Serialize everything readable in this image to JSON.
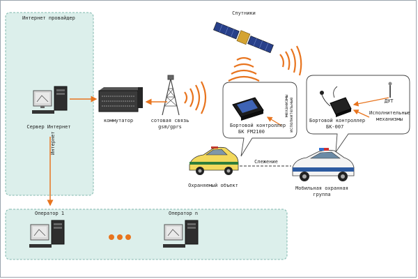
{
  "labels": {
    "provider": "Интернет провайдер",
    "server": "Сервер Интернет",
    "internet_vertical": "Интернет",
    "switch": "коммутатор",
    "gsm": "сотовая связь",
    "gsm_sub": "gsm/gprs",
    "satellites": "Спутники",
    "bk_fm": "Бортовой контроллер",
    "bk_fm_model": "БК FM2100",
    "bk_fm_mech": "механизмы",
    "bk_fm_mech2": "исполнительные",
    "bk007": "Бортовой контроллер",
    "bk007_model": "БК-007",
    "dut": "ДУТ",
    "exec_mech": "Исполнительные",
    "exec_mech2": "механизмы",
    "tracking": "Слежение",
    "guarded": "Охраняемый объект",
    "mobile_group": "Мобильная охранная",
    "mobile_group2": "группа",
    "operator1": "Оператор 1",
    "operatorN": "Оператор n"
  },
  "colors": {
    "panel_fill": "#dcefeb",
    "panel_border": "#7fb7ad",
    "link_orange": "#e8741e",
    "link_dark": "#333333"
  }
}
